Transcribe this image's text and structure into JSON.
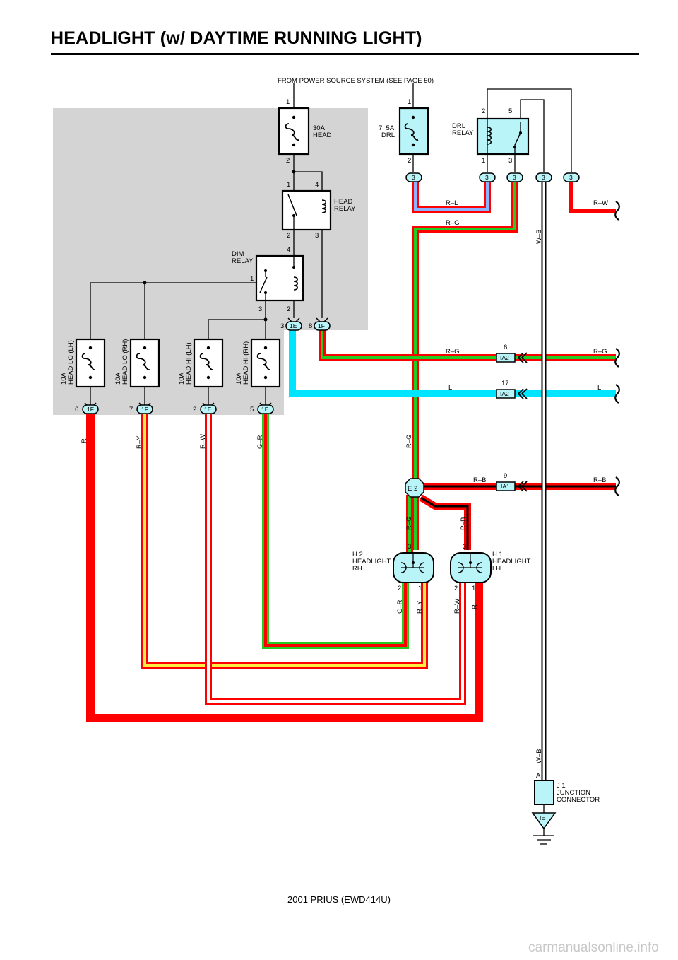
{
  "title": "HEADLIGHT (w/ DAYTIME RUNNING LIGHT)",
  "footer": "2001 PRIUS (EWD414U)",
  "watermark": "carmanualsonline.info",
  "source_note": "FROM POWER SOURCE SYSTEM (SEE PAGE 50)",
  "colors": {
    "red": "#ff0000",
    "green": "#22cc22",
    "yellow": "#ffee44",
    "cyan": "#00e5ff",
    "light_blue": "#8ab4ff",
    "black": "#000000",
    "junction_block": "#d4d4d4",
    "component_fill": "#b8f4f8"
  },
  "fuses": {
    "head_30a": {
      "amp": "30A",
      "name": "HEAD",
      "pin_top": "1",
      "pin_bottom": "2"
    },
    "drl_75a": {
      "amp": "7. 5A",
      "name": "DRL",
      "pin_top": "1",
      "pin_bottom": "2"
    },
    "head_lo_lh": {
      "amp": "10A",
      "name": "HEAD LO (LH)"
    },
    "head_lo_rh": {
      "amp": "10A",
      "name": "HEAD LO (RH)"
    },
    "head_hi_lh": {
      "amp": "10A",
      "name": "HEAD HI (LH)"
    },
    "head_hi_rh": {
      "amp": "10A",
      "name": "HEAD HI (RH)"
    }
  },
  "relays": {
    "head": {
      "line1": "HEAD",
      "line2": "RELAY",
      "pins": [
        "1",
        "4",
        "2",
        "3"
      ]
    },
    "dim": {
      "line1": "DIM",
      "line2": "RELAY",
      "pins": [
        "4",
        "1",
        "3",
        "2"
      ]
    },
    "drl": {
      "line1": "DRL",
      "line2": "RELAY",
      "pins": [
        "2",
        "5",
        "1",
        "3"
      ]
    }
  },
  "connectors": {
    "jb_1e": "1E",
    "jb_1f": "1F",
    "pin_3": "3",
    "pin_8": "8",
    "bottom_pins": [
      "6",
      "7",
      "2",
      "5"
    ],
    "bottom_codes": [
      "1F",
      "1F",
      "1E",
      "1E"
    ],
    "drl_row_pin": "3",
    "ia2_a": {
      "code": "IA2",
      "pin": "6"
    },
    "ia2_b": {
      "code": "IA2",
      "pin": "17"
    },
    "ia1": {
      "code": "IA1",
      "pin": "9"
    },
    "junction_e2": "E 2",
    "ground": "IE"
  },
  "headlights": {
    "rh": {
      "id": "H 2",
      "line1": "HEADLIGHT",
      "line2": "RH",
      "pin_top": "3",
      "pin_left": "2",
      "pin_right": "1"
    },
    "lh": {
      "id": "H 1",
      "line1": "HEADLIGHT",
      "line2": "LH",
      "pin_top": "3",
      "pin_left": "2",
      "pin_right": "1"
    }
  },
  "junction_connector": {
    "id": "J 1",
    "line1": "JUNCTION",
    "line2": "CONNECTOR",
    "pin": "A"
  },
  "wire_labels": {
    "r_l": "R–L",
    "r_w": "R–W",
    "r_g": "R–G",
    "w_b": "W–B",
    "l": "L",
    "r_b": "R–B",
    "r": "R",
    "r_y": "R–Y",
    "g_r": "G–R"
  }
}
